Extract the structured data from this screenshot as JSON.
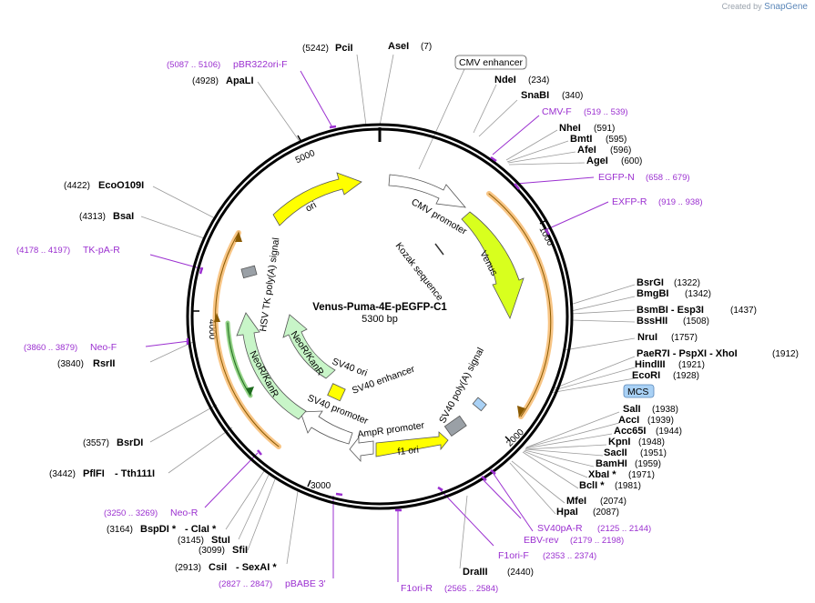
{
  "credit": {
    "prefix": "Created by",
    "brand": "SnapGene"
  },
  "plasmid": {
    "name": "Venus-Puma-4E-pEGFP-C1",
    "size": "5300 bp",
    "length": 5300
  },
  "ticks": [
    "1000",
    "2000",
    "3000",
    "4000",
    "5000"
  ],
  "features": [
    {
      "label": "CMV promoter",
      "color": "#ffffff"
    },
    {
      "label": "Venus",
      "color": "#d8ff1e"
    },
    {
      "label": "Kozak sequence",
      "color": "#ffffff"
    },
    {
      "label": "MCS",
      "color": "#a9d1f5"
    },
    {
      "label": "SV40 poly(A) signal",
      "color": "#9aa0a6"
    },
    {
      "label": "f1 ori",
      "color": "#ffff00"
    },
    {
      "label": "AmpR promoter",
      "color": "#ffffff"
    },
    {
      "label": "SV40 promoter",
      "color": "#ffffff"
    },
    {
      "label": "SV40 ori",
      "color": "#ffff00"
    },
    {
      "label": "SV40 enhancer",
      "color": "#ffffff"
    },
    {
      "label": "NeoR/KanR",
      "color": "#c8f5c8"
    },
    {
      "label": "HSV TK poly(A) signal",
      "color": "#9aa0a6"
    },
    {
      "label": "ori",
      "color": "#ffff00"
    },
    {
      "label": "CMV enhancer",
      "color": "#ffffff"
    }
  ],
  "enzymes_left": [
    {
      "pos": "(5242)",
      "name": "PciI",
      "extra": ""
    },
    {
      "pos": "(4928)",
      "name": "ApaLI",
      "extra": ""
    },
    {
      "pos": "(4422)",
      "name": "EcoO109I",
      "extra": ""
    },
    {
      "pos": "(4313)",
      "name": "BsaI",
      "extra": ""
    },
    {
      "pos": "(3840)",
      "name": "RsrII",
      "extra": ""
    },
    {
      "pos": "(3557)",
      "name": "BsrDI",
      "extra": ""
    },
    {
      "pos": "(3442)",
      "name": "PflFI",
      "extra": "- Tth111I"
    },
    {
      "pos": "(3164)",
      "name": "BspDI *",
      "extra": "- ClaI *"
    },
    {
      "pos": "(3145)",
      "name": "StuI",
      "extra": ""
    },
    {
      "pos": "(3099)",
      "name": "SfiI",
      "extra": ""
    },
    {
      "pos": "(2913)",
      "name": "CsiI",
      "extra": "- SexAI *"
    }
  ],
  "enzymes_right": [
    {
      "name": "AseI",
      "pos": "(7)"
    },
    {
      "name": "NdeI",
      "pos": "(234)"
    },
    {
      "name": "SnaBI",
      "pos": "(340)"
    },
    {
      "name": "NheI",
      "pos": "(591)"
    },
    {
      "name": "BmtI",
      "pos": "(595)"
    },
    {
      "name": "AfeI",
      "pos": "(596)"
    },
    {
      "name": "AgeI",
      "pos": "(600)"
    },
    {
      "name": "BsrGI",
      "pos": "(1322)"
    },
    {
      "name": "BmgBI",
      "pos": "(1342)"
    },
    {
      "name": "BsmBI  - Esp3I",
      "pos": "(1437)"
    },
    {
      "name": "BssHII",
      "pos": "(1508)"
    },
    {
      "name": "NruI",
      "pos": "(1757)"
    },
    {
      "name": "PaeR7I  - PspXI  - XhoI",
      "pos": "(1912)"
    },
    {
      "name": "HindIII",
      "pos": "(1921)"
    },
    {
      "name": "EcoRI",
      "pos": "(1928)"
    },
    {
      "name": "SalI",
      "pos": "(1938)"
    },
    {
      "name": "AccI",
      "pos": "(1939)"
    },
    {
      "name": "Acc65I",
      "pos": "(1944)"
    },
    {
      "name": "KpnI",
      "pos": "(1948)"
    },
    {
      "name": "SacII",
      "pos": "(1951)"
    },
    {
      "name": "BamHI",
      "pos": "(1959)"
    },
    {
      "name": "XbaI *",
      "pos": "(1971)"
    },
    {
      "name": "BclI *",
      "pos": "(1981)"
    },
    {
      "name": "MfeI",
      "pos": "(2074)"
    },
    {
      "name": "HpaI",
      "pos": "(2087)"
    },
    {
      "name": "DraIII",
      "pos": "(2440)"
    }
  ],
  "primers": [
    {
      "pos": "(5087 .. 5106)",
      "name": "pBR322ori-F"
    },
    {
      "pos": "(4178 .. 4197)",
      "name": "TK-pA-R"
    },
    {
      "pos": "(3860 .. 3879)",
      "name": "Neo-F"
    },
    {
      "pos": "(3250 .. 3269)",
      "name": "Neo-R"
    },
    {
      "pos": "(2827 .. 2847)",
      "name": "pBABE 3'"
    },
    {
      "name": "CMV-F",
      "pos": "(519 .. 539)"
    },
    {
      "name": "EGFP-N",
      "pos": "(658 .. 679)"
    },
    {
      "name": "EXFP-R",
      "pos": "(919 .. 938)"
    },
    {
      "name": "SV40pA-R",
      "pos": "(2125 .. 2144)"
    },
    {
      "name": "EBV-rev",
      "pos": "(2179 .. 2198)"
    },
    {
      "name": "F1ori-F",
      "pos": "(2353 .. 2374)"
    },
    {
      "name": "F1ori-R",
      "pos": "(2565 .. 2584)"
    }
  ],
  "colors": {
    "backbone": "#000000",
    "primer": "#9b30d0",
    "leader": "#9a9a9a",
    "orf_highlight": "#f6b25c",
    "mcs_box": "#a9d1f5"
  }
}
